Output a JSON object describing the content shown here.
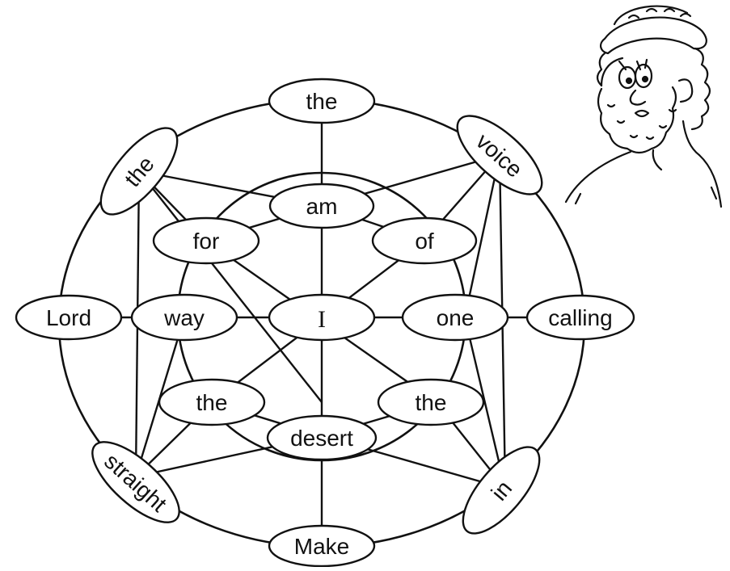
{
  "puzzle": {
    "words": {
      "top": "the",
      "upper_left": "the",
      "upper_right": "voice",
      "left": "Lord",
      "right": "calling",
      "lower_left": "straight",
      "lower_right": "in",
      "bottom": "Make",
      "inner_top": "am",
      "inner_upper_left": "for",
      "inner_upper_right": "of",
      "inner_left": "way",
      "center": "I",
      "inner_right": "one",
      "inner_lower_left": "the",
      "inner_lower_right": "the",
      "inner_bottom": "desert"
    }
  },
  "illustration": {
    "icon": "bearded-man-sketch"
  }
}
